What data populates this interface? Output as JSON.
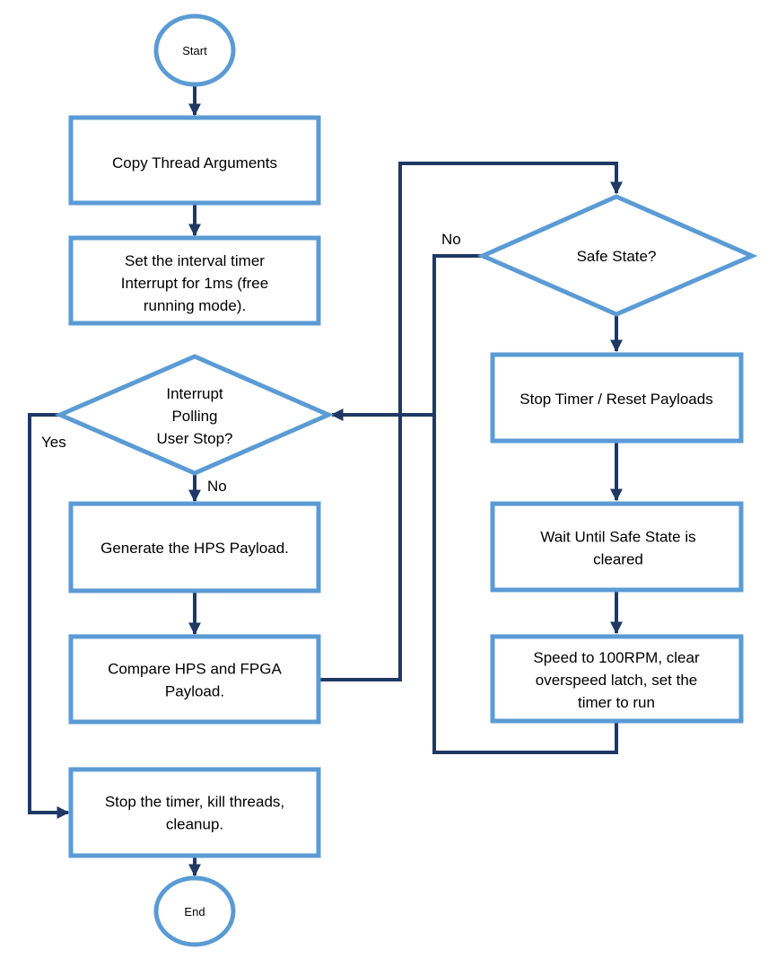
{
  "nodes": {
    "start": {
      "lines": [
        "Start"
      ]
    },
    "copy_args": {
      "lines": [
        "Copy Thread Arguments"
      ]
    },
    "set_timer": {
      "lines": [
        "Set the interval timer",
        "Interrupt for 1ms (free",
        "running mode)."
      ]
    },
    "interrupt_check": {
      "lines": [
        "Interrupt",
        "Polling",
        "User Stop?"
      ]
    },
    "generate_payload": {
      "lines": [
        "Generate the HPS Payload."
      ]
    },
    "compare_payload": {
      "lines": [
        "Compare HPS and FPGA",
        "Payload."
      ]
    },
    "stop_cleanup": {
      "lines": [
        "Stop the timer, kill threads,",
        "cleanup."
      ]
    },
    "end": {
      "lines": [
        "End"
      ]
    },
    "safe_state": {
      "lines": [
        "Safe State?"
      ]
    },
    "stop_reset": {
      "lines": [
        "Stop Timer / Reset Payloads"
      ]
    },
    "wait_safe": {
      "lines": [
        "Wait Until Safe State is",
        "cleared"
      ]
    },
    "speed_set": {
      "lines": [
        "Speed to 100RPM, clear",
        "overspeed latch, set the",
        "timer to run"
      ]
    }
  },
  "edge_labels": {
    "yes_left": "Yes",
    "no_down": "No",
    "no_safe": "No"
  },
  "colors": {
    "shape_stroke": "#5B9BD5",
    "connector": "#1F3864",
    "fill": "#FFFFFF",
    "text": "#000000"
  }
}
